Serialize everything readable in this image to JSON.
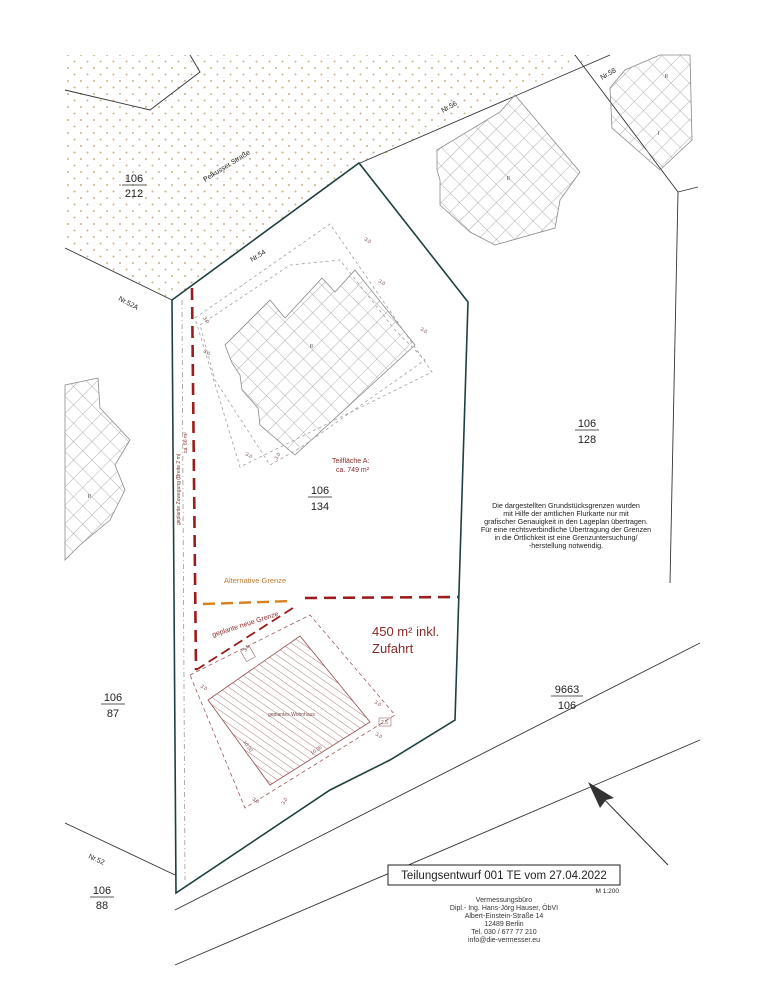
{
  "streets": {
    "main": "Pelkusser Straße"
  },
  "house_numbers": [
    "Nr.58",
    "Nr.56",
    "Nr.54",
    "Nr.52A",
    "Nr.52"
  ],
  "parcels": [
    {
      "top": "106",
      "bottom": "212"
    },
    {
      "top": "106",
      "bottom": "128"
    },
    {
      "top": "106",
      "bottom": "134"
    },
    {
      "top": "106",
      "bottom": "87"
    },
    {
      "top": "9663",
      "bottom": "106"
    },
    {
      "top": "106",
      "bottom": "88"
    }
  ],
  "building_marks": [
    "II",
    "II",
    "II",
    "I",
    "II"
  ],
  "area": {
    "teilflaeche_name": "Teilfläche A:",
    "teilflaeche_size": "ca. 749 m²",
    "zuwegung_line1": "geplante Zuwegung (Breite 2 m)",
    "zuwegung_line2": "ca. 66 m²",
    "alternative_border": "Alternative Grenze",
    "planned_border": "geplante neue Grenze",
    "plot_size_line1": "450 m² inkl.",
    "plot_size_line2": "Zufahrt",
    "planned_house": "geplantes Wohnhaus"
  },
  "dimensions": [
    "3.0",
    "3.0",
    "3.0",
    "3.0",
    "3.0",
    "3.0",
    "3.0",
    "3.0",
    "3.1",
    "3.0",
    "3.0",
    "3.0",
    "3.0",
    "2.5",
    "10.00",
    "10.00"
  ],
  "notes": [
    "Die dargestellten Grundstücksgrenzen wurden",
    "mit Hilfe der amtlichen Flurkarte nur mit",
    "grafischer Genauigkeit in den Lageplan übertragen.",
    "Für eine rechtsverbindliche Übertragung der Grenzen",
    "in die Örtlichkeit ist eine Grenzuntersuchung/",
    "-herstellung notwendig."
  ],
  "title_block": {
    "title": "Teilungsentwurf 001 TE vom 27.04.2022",
    "scale": "M 1:200",
    "office": "Vermessungsbüro",
    "name": "Dipl.- Ing. Hans-Jörg Hauser, ÖbVI",
    "street": "Albert-Einstein-Straße 14",
    "city": "12489 Berlin",
    "phone": "Tel. 030 / 677 77 210",
    "email": "info@die-vermesser.eu"
  },
  "colors": {
    "boundary": "#1f3f3f",
    "planned_boundary": "#9b1c1c",
    "alternative_boundary": "#d9801f",
    "building_hatch": "#9a9a9a",
    "planned_house_hatch": "#9b5b5b",
    "street_dots": "#c8b183"
  }
}
